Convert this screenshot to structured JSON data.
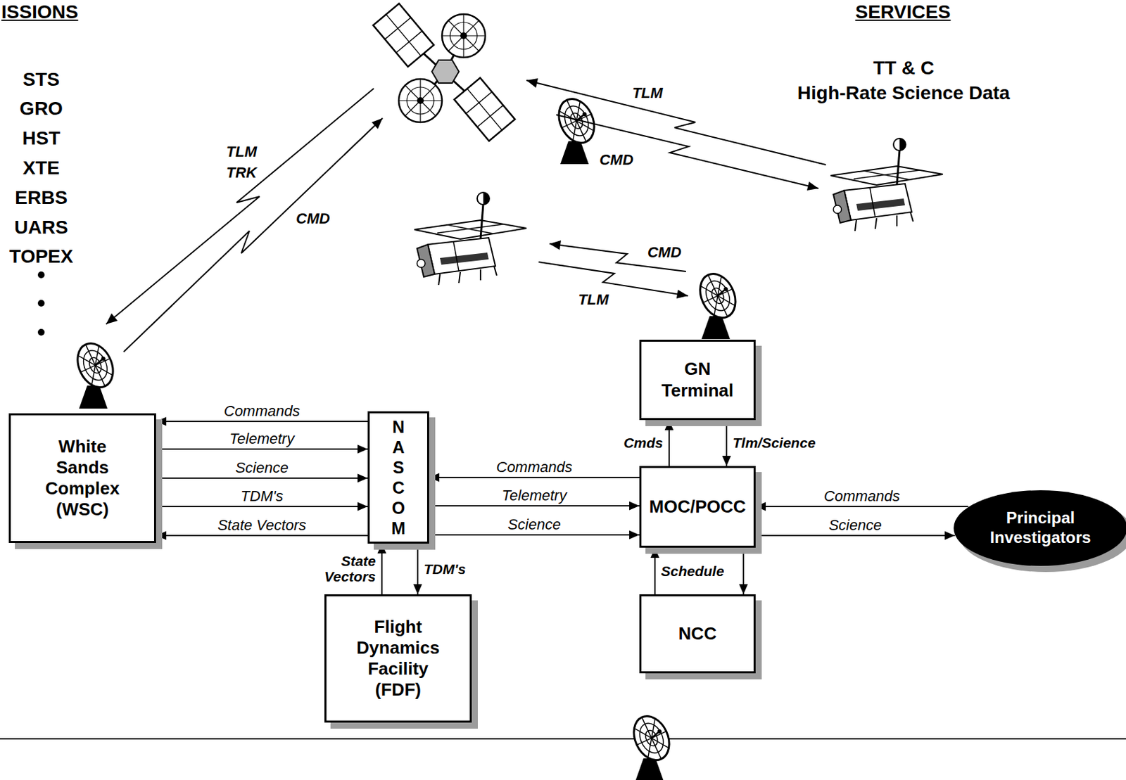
{
  "diagram": {
    "nodes": [
      {
        "text": [
          "GN Terminal"
        ]
      },
      {
        "text": [
          "White Sands Complex (WSC)"
        ]
      },
      {
        "text": [
          "NASCOM"
        ]
      },
      {
        "text": [
          "MOC/POCC"
        ]
      },
      {
        "text": [
          "Principal Investigators"
        ]
      },
      {
        "text": [
          "Flight Dynamics Facility (FDF)"
        ]
      },
      {
        "text": [
          "NCC"
        ]
      }
    ],
    "edges": [
      {
        "from": 2,
        "to": 1,
        "label": "Commands",
        "arrow": "to"
      },
      {
        "from": 1,
        "to": 2,
        "label": "Telemetry",
        "arrow": "to"
      },
      {
        "from": 1,
        "to": 2,
        "label": "Science",
        "arrow": "to"
      },
      {
        "from": 1,
        "to": 2,
        "label": "TDM's",
        "arrow": "to"
      },
      {
        "from": 2,
        "to": 1,
        "label": "State Vectors",
        "arrow": "to"
      },
      {
        "from": 3,
        "to": 2,
        "label": "Commands",
        "arrow": "to"
      },
      {
        "from": 2,
        "to": 3,
        "label": "Telemetry",
        "arrow": "to"
      },
      {
        "from": 2,
        "to": 3,
        "label": "Science",
        "arrow": "to"
      },
      {
        "from": 5,
        "to": 2,
        "label": "State Vectors",
        "arrow": "to"
      },
      {
        "from": 2,
        "to": 5,
        "label": "TDM's",
        "arrow": "to"
      },
      {
        "from": 3,
        "to": 0,
        "label": "Cmds",
        "arrow": "to"
      },
      {
        "from": 0,
        "to": 3,
        "label": "Tlm/Science",
        "arrow": "to"
      },
      {
        "from": 4,
        "to": 3,
        "label": "Commands",
        "arrow": "to"
      },
      {
        "from": 3,
        "to": 4,
        "label": "Science",
        "arrow": "to"
      },
      {
        "from": 6,
        "to": 3,
        "label": "Schedule",
        "arrow": "to"
      },
      {
        "from": 3,
        "to": 6,
        "arrow": "to"
      }
    ],
    "labels": [
      "ISSIONS",
      "SERVICES",
      "STS",
      "GRO",
      "HST",
      "XTE",
      "ERBS",
      "UARS",
      "TOPEX",
      "TT & C",
      "High-Rate Science Data",
      "TLM",
      "TRK",
      "CMD",
      "TLM",
      "CMD",
      "CMD",
      "TLM"
    ]
  }
}
